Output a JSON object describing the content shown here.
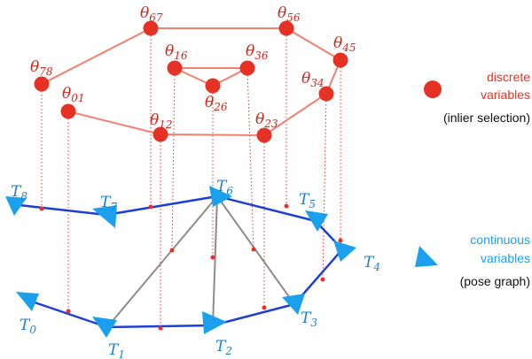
{
  "colors": {
    "discrete": "#e53224",
    "discrete_edge": "#f08070",
    "continuous": "#1aa0ec",
    "pose_edge": "#1e3fd6",
    "loop_edge": "#8c8c8c",
    "dotted": "#e0392a",
    "label_theta": "#cc2a1c",
    "label_T": "#1a7fd4",
    "black": "#111111"
  },
  "discrete_nodes": [
    {
      "id": "n67",
      "base": "θ",
      "sub": "67"
    },
    {
      "id": "n56",
      "base": "θ",
      "sub": "56"
    },
    {
      "id": "n16",
      "base": "θ",
      "sub": "16"
    },
    {
      "id": "n36",
      "base": "θ",
      "sub": "36"
    },
    {
      "id": "n45",
      "base": "θ",
      "sub": "45"
    },
    {
      "id": "n78",
      "base": "θ",
      "sub": "78"
    },
    {
      "id": "n26",
      "base": "θ",
      "sub": "26"
    },
    {
      "id": "n34",
      "base": "θ",
      "sub": "34"
    },
    {
      "id": "n01",
      "base": "θ",
      "sub": "01"
    },
    {
      "id": "n12",
      "base": "θ",
      "sub": "12"
    },
    {
      "id": "n23",
      "base": "θ",
      "sub": "23"
    }
  ],
  "pose_nodes": [
    {
      "id": "T0",
      "base": "T",
      "sub": "0"
    },
    {
      "id": "T1",
      "base": "T",
      "sub": "1"
    },
    {
      "id": "T2",
      "base": "T",
      "sub": "2"
    },
    {
      "id": "T3",
      "base": "T",
      "sub": "3"
    },
    {
      "id": "T4",
      "base": "T",
      "sub": "4"
    },
    {
      "id": "T5",
      "base": "T",
      "sub": "5"
    },
    {
      "id": "T6",
      "base": "T",
      "sub": "6"
    },
    {
      "id": "T7",
      "base": "T",
      "sub": "7"
    },
    {
      "id": "T8",
      "base": "T",
      "sub": "8"
    }
  ],
  "legend": {
    "discrete": {
      "line1": "discrete",
      "line2": "variables",
      "line3": "(inlier selection)"
    },
    "continuous": {
      "line1": "continuous",
      "line2": "variables",
      "line3": "(pose graph)"
    }
  }
}
